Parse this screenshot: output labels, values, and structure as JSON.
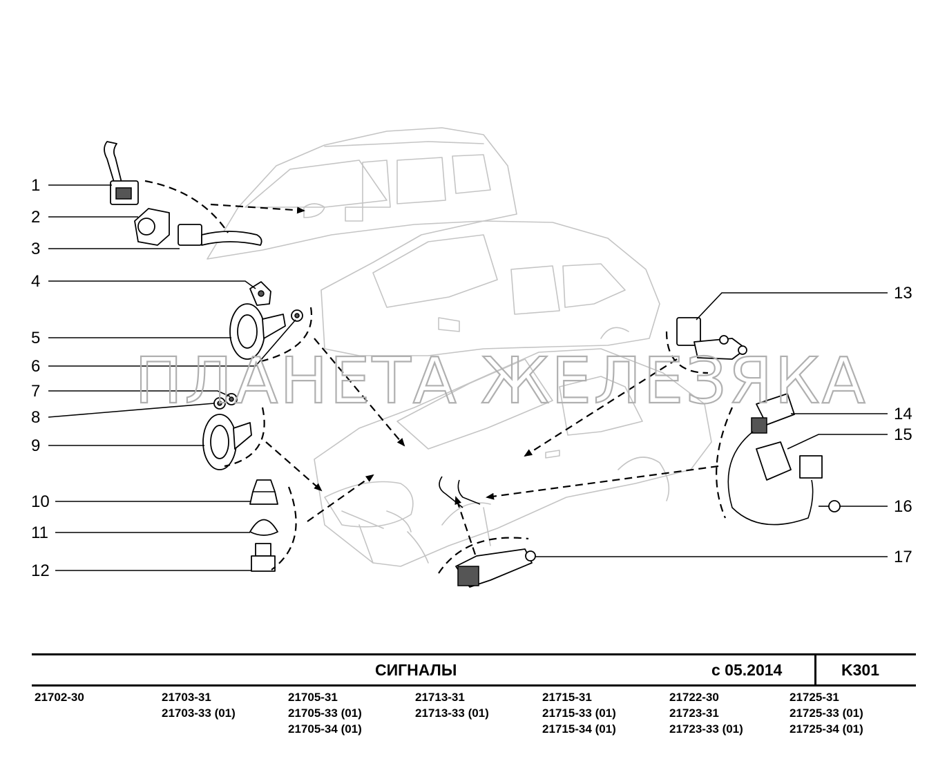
{
  "watermark": "ПЛАНЕТА ЖЕЛЕЗЯКА",
  "callouts": [
    "1",
    "2",
    "3",
    "4",
    "5",
    "6",
    "7",
    "8",
    "9",
    "10",
    "11",
    "12",
    "13",
    "14",
    "15",
    "16",
    "17"
  ],
  "footer": {
    "title": "СИГНАЛЫ",
    "date": "с 05.2014",
    "code": "K301"
  },
  "models": [
    [
      "21702-30"
    ],
    [
      "21703-31",
      "21703-33 (01)"
    ],
    [
      "21705-31",
      "21705-33 (01)",
      "21705-34 (01)"
    ],
    [
      "21713-31",
      "21713-33 (01)"
    ],
    [
      "21715-31",
      "21715-33 (01)",
      "21715-34 (01)"
    ],
    [
      "21722-30",
      "21723-31",
      "21723-33 (01)"
    ],
    [
      "21725-31",
      "21725-33 (01)",
      "21725-34 (01)"
    ]
  ]
}
